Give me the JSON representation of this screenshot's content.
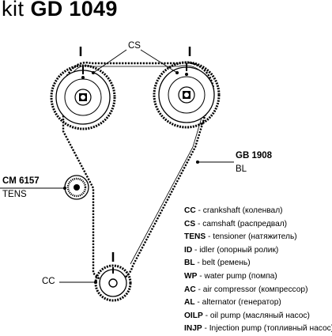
{
  "title": {
    "kit": "kit",
    "code": "GD 1049"
  },
  "labels": {
    "cs": "CS",
    "belt_code": "GB 1908",
    "belt_type": "BL",
    "tensioner_code": "CM 6157",
    "tensioner_type": "TENS",
    "crankshaft": "CC"
  },
  "legend": [
    {
      "abbr": "CC",
      "sep": " - ",
      "desc": "crankshaft (коленвал)"
    },
    {
      "abbr": "CS",
      "sep": " - ",
      "desc": "camshaft (распредвал)"
    },
    {
      "abbr": "TENS",
      "sep": " - ",
      "desc": "tensioner (натяжитель)"
    },
    {
      "abbr": "ID",
      "sep": " - ",
      "desc": "idler (опорный ролик)"
    },
    {
      "abbr": "BL",
      "sep": " - ",
      "desc": "belt (ремень)"
    },
    {
      "abbr": "WP",
      "sep": " - ",
      "desc": "water pump (помпа)"
    },
    {
      "abbr": "AC",
      "sep": " - ",
      "desc": "air compressor (компрессор)"
    },
    {
      "abbr": "AL",
      "sep": " - ",
      "desc": "alternator (генератор)"
    },
    {
      "abbr": "OILP",
      "sep": " - ",
      "desc": "oil pump (масляный насос)"
    },
    {
      "abbr": "INJP",
      "sep": " - ",
      "desc": "Injection pump (топливный насос)"
    }
  ],
  "colors": {
    "ink": "#000000",
    "background": "#ffffff"
  }
}
